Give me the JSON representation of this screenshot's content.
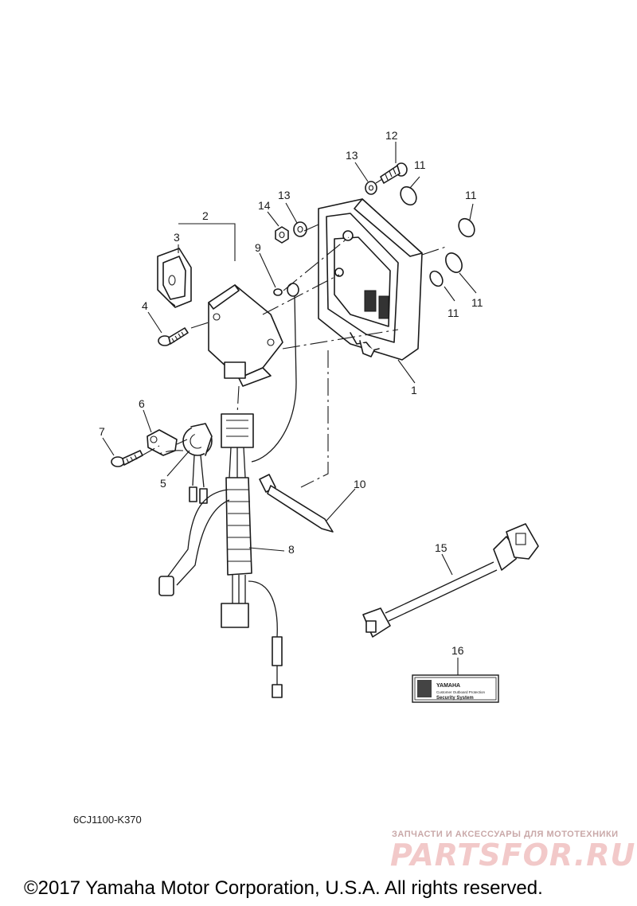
{
  "callouts": {
    "c1": "1",
    "c2": "2",
    "c3": "3",
    "c4": "4",
    "c5": "5",
    "c6": "6",
    "c7": "7",
    "c8": "8",
    "c9": "9",
    "c10": "10",
    "c11a": "11",
    "c11b": "11",
    "c11c": "11",
    "c11d": "11",
    "c12": "12",
    "c13a": "13",
    "c13b": "13",
    "c14": "14",
    "c15": "15",
    "c16": "16"
  },
  "decal": {
    "brand": "YAMAHA",
    "line1": "Customer Outboard Protection",
    "line2": "Security System"
  },
  "drawing_code": "6CJ1100-K370",
  "watermark": {
    "tagline": "ЗАПЧАСТИ И АКСЕССУАРЫ ДЛЯ МОТОТЕХНИКИ",
    "logo": "PARTSFOR.RU"
  },
  "copyright": "©2017 Yamaha Motor Corporation, U.S.A. All rights reserved."
}
